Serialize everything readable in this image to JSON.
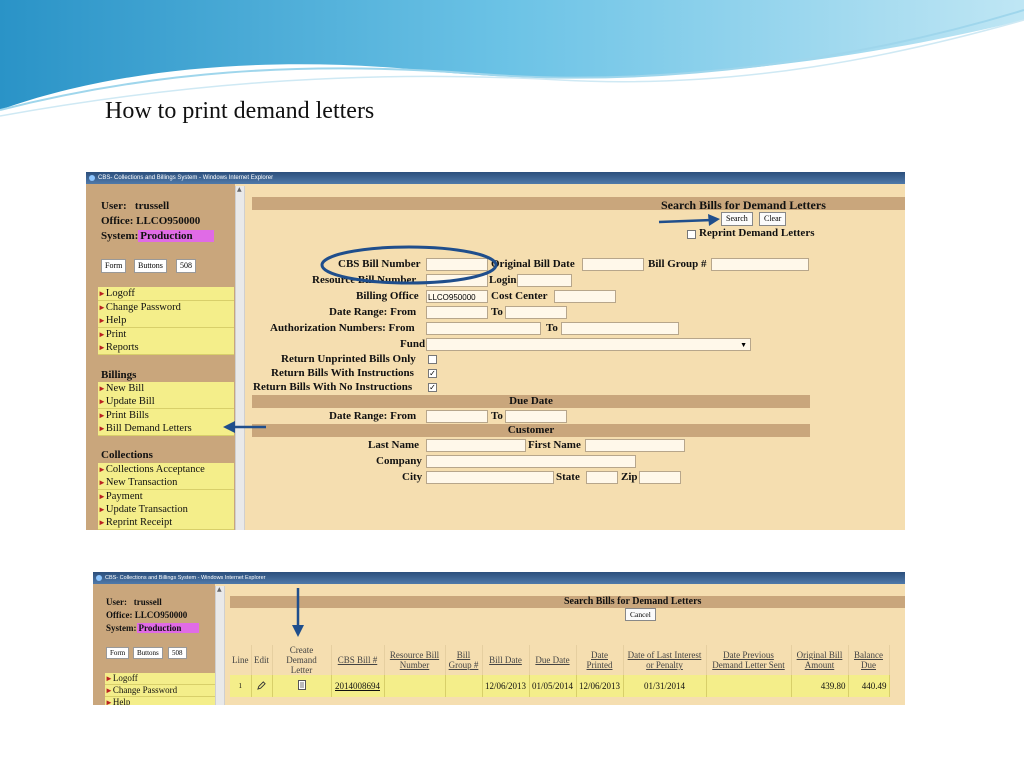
{
  "slide_title": "How to print demand letters",
  "colors": {
    "accent_yellow": "#f4ee8a",
    "sidebar_tan": "#c9a67c",
    "panel_bg": "#f5deb0",
    "production_badge": "#e06be6",
    "annotation_blue": "#1f4e8c"
  },
  "window_title": "CBS- Collections and Billings System - Windows Internet Explorer",
  "user_info": {
    "user_label": "User:",
    "user": "trussell",
    "office_label": "Office:",
    "office": "LLCO950000",
    "system_label": "System:",
    "system": "Production"
  },
  "mini_buttons": [
    "Form",
    "Buttons",
    "508"
  ],
  "menu": {
    "general": [
      "Logoff",
      "Change Password",
      "Help",
      "Print",
      "Reports"
    ],
    "billings_header": "Billings",
    "billings": [
      "New Bill",
      "Update Bill",
      "Print Bills",
      "Bill Demand Letters"
    ],
    "collections_header": "Collections",
    "collections": [
      "Collections Acceptance",
      "New Transaction",
      "Payment",
      "Update Transaction",
      "Reprint Receipt"
    ]
  },
  "search_form": {
    "title": "Search Bills for Demand Letters",
    "search_button": "Search",
    "clear_button": "Clear",
    "reprint_label": "Reprint Demand Letters",
    "cbs_bill_number": "CBS Bill Number",
    "original_bill_date": "Original Bill Date",
    "bill_group": "Bill Group #",
    "resource_bill_number": "Resource Bill Number",
    "login": "Login",
    "billing_office": "Billing Office",
    "billing_office_value": "LLCO950000",
    "cost_center": "Cost Center",
    "date_range_from": "Date Range: From",
    "to": "To",
    "authorization_from": "Authorization Numbers: From",
    "fund": "Fund",
    "return_unprinted": "Return Unprinted Bills Only",
    "return_with_instructions": "Return Bills With Instructions",
    "return_no_instructions": "Return Bills With No Instructions",
    "due_date_header": "Due Date",
    "due_date_range_from": "Date Range: From",
    "customer_header": "Customer",
    "last_name": "Last Name",
    "first_name": "First Name",
    "company": "Company",
    "city": "City",
    "state": "State",
    "zip": "Zip"
  },
  "results": {
    "title": "Search Bills for Demand Letters",
    "cancel_button": "Cancel",
    "columns": [
      "Line",
      "Edit",
      "Create Demand Letter",
      "CBS Bill #",
      "Resource Bill Number",
      "Bill Group #",
      "Bill Date",
      "Due Date",
      "Date Printed",
      "Date of Last Interest or Penalty",
      "Date Previous Demand Letter Sent",
      "Original Bill Amount",
      "Balance Due"
    ],
    "rows": [
      {
        "line": "1",
        "cbs_bill": "2014008694",
        "resource_bill": "",
        "bill_group": "",
        "bill_date": "12/06/2013",
        "due_date": "01/05/2014",
        "date_printed": "12/06/2013",
        "last_interest": "01/31/2014",
        "prev_letter": "",
        "original_amount": "439.80",
        "balance_due": "440.49"
      }
    ]
  }
}
